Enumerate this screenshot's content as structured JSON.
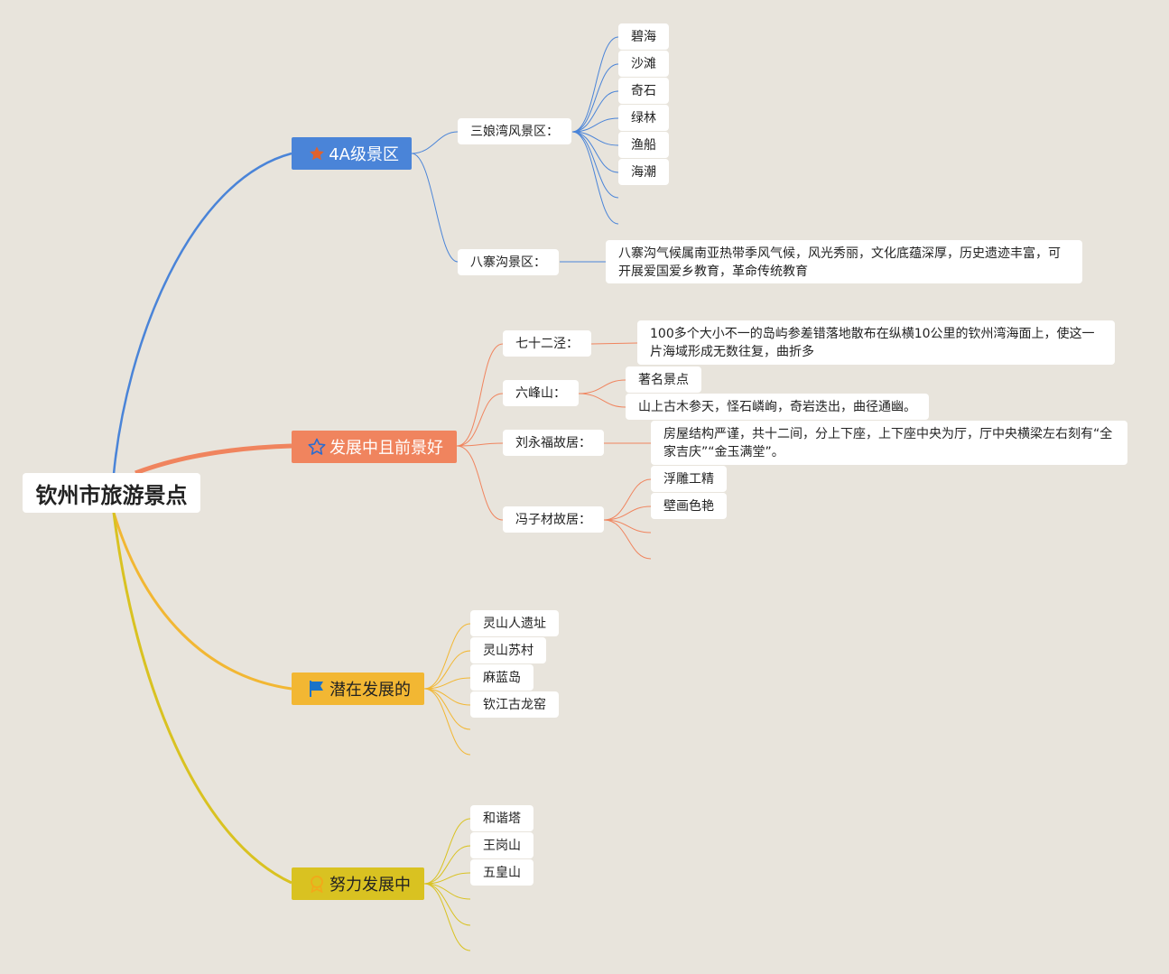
{
  "root": {
    "label": "钦州市旅游景点"
  },
  "branches": [
    {
      "key": "4a",
      "label": "4A级景区",
      "icon": "star-filled-icon",
      "color": "#4a84d8",
      "children": [
        {
          "label": "三娘湾风景区：",
          "children": [
            "碧海",
            "沙滩",
            "奇石",
            "绿林",
            "渔船",
            "海潮"
          ]
        },
        {
          "label": "八寨沟景区：",
          "children": [
            "八寨沟气候属南亚热带季风气候，风光秀丽，文化底蕴深厚，历史遗迹丰富，可开展爱国爱乡教育，革命传统教育"
          ]
        }
      ]
    },
    {
      "key": "dev",
      "label": "发展中且前景好",
      "icon": "star-outline-icon",
      "color": "#f0845e",
      "children": [
        {
          "label": "七十二泾：",
          "children": [
            "100多个大小不一的岛屿参差错落地散布在纵横10公里的钦州湾海面上，使这一片海域形成无数往复，曲折多"
          ]
        },
        {
          "label": "六峰山：",
          "children": [
            "著名景点",
            "山上古木参天，怪石嶙峋，奇岩迭出，曲径通幽。"
          ]
        },
        {
          "label": "刘永福故居：",
          "children": [
            "房屋结构严谨，共十二间，分上下座，上下座中央为厅，厅中央横梁左右刻有“全家吉庆”“金玉满堂”。"
          ]
        },
        {
          "label": "冯子材故居：",
          "children": [
            "浮雕工精",
            "壁画色艳"
          ]
        }
      ]
    },
    {
      "key": "potential",
      "label": "潜在发展的",
      "icon": "flag-icon",
      "color": "#f2b733",
      "children": [
        "灵山人遗址",
        "灵山苏村",
        "麻蓝岛",
        "钦江古龙窑"
      ]
    },
    {
      "key": "effort",
      "label": "努力发展中",
      "icon": "award-ribbon-icon",
      "color": "#d9c221",
      "children": [
        "和谐塔",
        "王岗山",
        "五皇山"
      ]
    }
  ]
}
